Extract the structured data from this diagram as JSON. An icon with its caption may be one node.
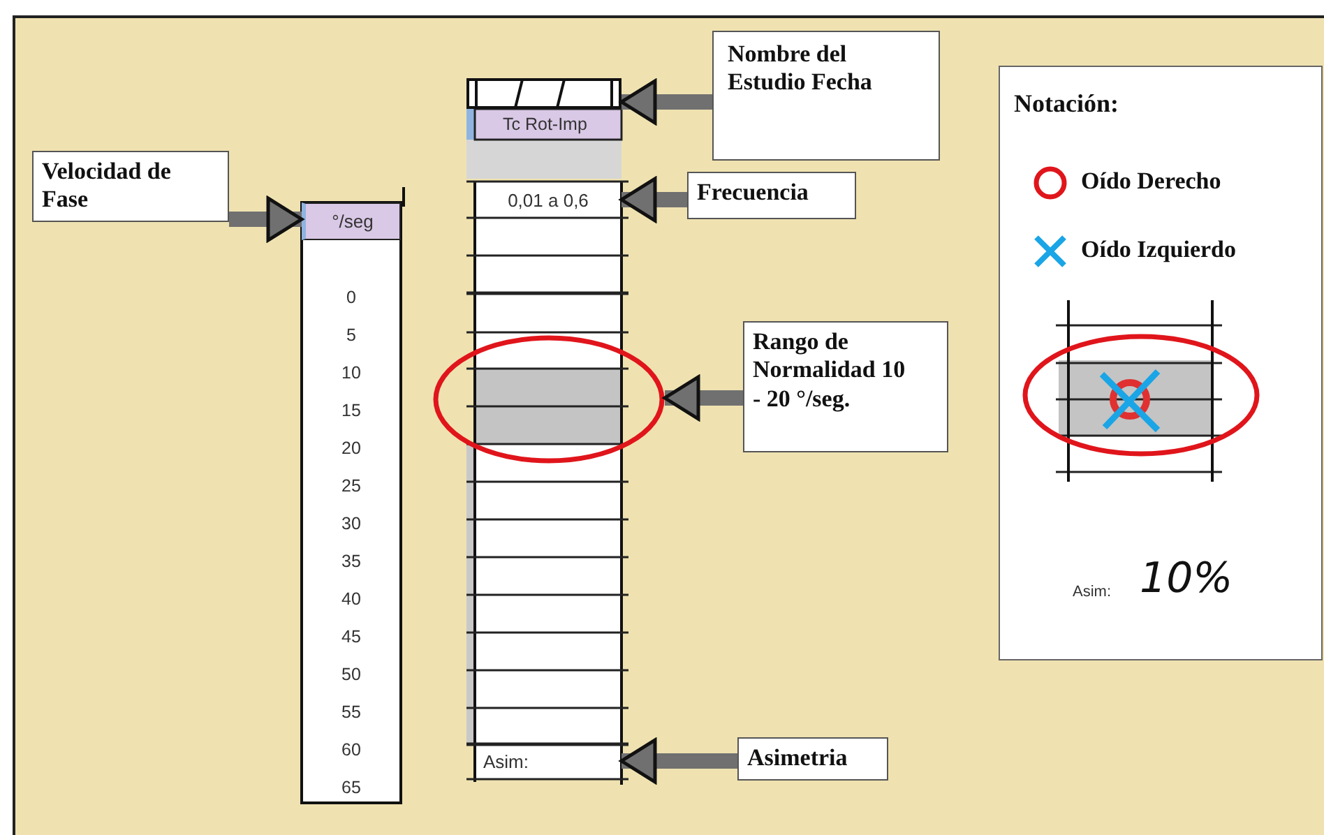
{
  "diagram": {
    "nodes": [
      {
        "text": [
          "Velocidad de Fase"
        ]
      },
      {
        "text": [
          "°/seg"
        ]
      },
      {
        "text": [
          "Nombre del Estudio Fecha"
        ]
      },
      {
        "text": [],
        "shape": "box"
      },
      {
        "text": [
          "Frecuencia"
        ]
      },
      {
        "text": [
          "0,01 a 0,6"
        ]
      },
      {
        "text": [
          "Rango de Normalidad 10 - 20 °/seg."
        ]
      },
      {
        "text": [],
        "shape": "circle"
      },
      {
        "text": [
          "Asimetria"
        ]
      },
      {
        "text": [
          "Asim:"
        ]
      },
      {
        "text": [
          "Notación:"
        ]
      }
    ],
    "edges": [
      {
        "from": 0,
        "to": 1,
        "arrow": "to"
      },
      {
        "from": 2,
        "to": 3,
        "arrow": "to"
      },
      {
        "from": 4,
        "to": 5,
        "arrow": "to"
      },
      {
        "from": 6,
        "to": 7,
        "arrow": "to"
      },
      {
        "from": 8,
        "to": 9,
        "arrow": "to"
      }
    ],
    "labels": [
      "Tc Rot-Imp",
      "0",
      "5",
      "10",
      "15",
      "20",
      "25",
      "30",
      "35",
      "40",
      "45",
      "50",
      "55",
      "60",
      "65",
      "Asim:",
      "10%"
    ],
    "legend": [
      {
        "text": "Oído Derecho"
      },
      {
        "text": "Oído Izquierdo"
      }
    ]
  }
}
